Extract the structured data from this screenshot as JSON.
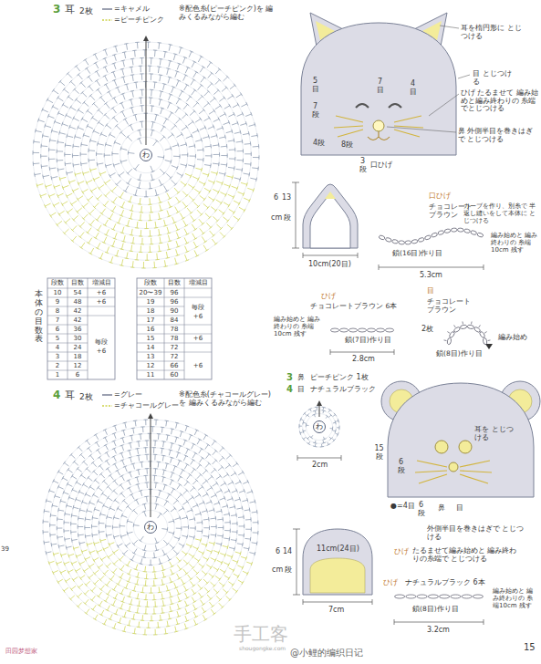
{
  "diagram": {
    "nodes": [
      {
        "text": [
          "わ"
        ]
      },
      {
        "text": [
          "わ"
        ]
      },
      {
        "text": [
          "わ"
        ]
      }
    ],
    "labels": [
      "3",
      "耳",
      "2枚",
      "※配色糸(ピーチピンク)を 編みくるみながら編む",
      "耳を楕円形に とじつける",
      "目 とじつける",
      "ひげ たるませて 編み始めと編み終わりの 糸端でとじつける",
      "鼻 外側半目を巻きはぎで とじつける",
      "5目",
      "7目",
      "7段",
      "4目",
      "4段",
      "8段",
      "3段",
      "口ひげ",
      "6",
      "13",
      "cm",
      "段",
      "10cm(20目)",
      "口ひげ",
      "チョコレート ブラウン",
      "カーブを作り、別糸で 半返し縫いをして本体に とじつける",
      "編み始めと 編み終わりの 糸端10cm 残す",
      "鎖(16目)作り目",
      "5.3cm",
      "ひげ",
      "チョコレートブラウン 6本",
      "編み始めと 編み終わりの 糸端10cm 残す",
      "鎖(7目)作り目",
      "2.8cm",
      "目",
      "チョコレート ブラウン",
      "2枚",
      "編み始め",
      "鎖(8目)作り目",
      "本体の 目数表",
      "段数",
      "目数",
      "増減目",
      "10",
      "54",
      "+6",
      "9",
      "48",
      "+6",
      "8",
      "42",
      "7",
      "42",
      "6",
      "36",
      "5",
      "30",
      "4",
      "24",
      "3",
      "18",
      "2",
      "12",
      "1",
      "6",
      "毎段",
      "+6",
      "段数",
      "目数",
      "増減目",
      "20〜39",
      "96",
      "19",
      "96",
      "18",
      "90",
      "17",
      "84",
      "16",
      "78",
      "15",
      "78",
      "14",
      "72",
      "13",
      "72",
      "12",
      "66",
      "11",
      "60",
      "毎段",
      "+6",
      "+6",
      "+6",
      "4",
      "耳",
      "2枚",
      "※配色糸(チャコールグレー)を 編みくるみながら編む",
      "3",
      "鼻",
      "ピーチピンク 1枚",
      "4",
      "目",
      "ナチュラルブラック",
      "2cm",
      "耳を とじつける",
      "15段",
      "6段",
      "●=4目",
      "6段",
      "鼻",
      "目",
      "外側半目を巻きはぎで とじつける",
      "6",
      "14",
      "cm",
      "段",
      "11cm(24目)",
      "7cm",
      "ひげ",
      "たるませて編み始めと 編み終わりの糸端で とじつける",
      "ひげ",
      "ナチュラルブラック 6本",
      "編み始めと 編み終わりの 糸端10cm 残す",
      "鎖(8目)作り目",
      "3.2cm",
      "39",
      "田园梦想家",
      "手工客",
      "shougongke.com",
      "@小鲤的编织日记",
      "15"
    ],
    "legend": [
      {
        "text": "=キャメル"
      },
      {
        "text": "=ピーチピンク"
      },
      {
        "text": "=グレー"
      },
      {
        "text": "=チャコールグレー"
      }
    ]
  }
}
